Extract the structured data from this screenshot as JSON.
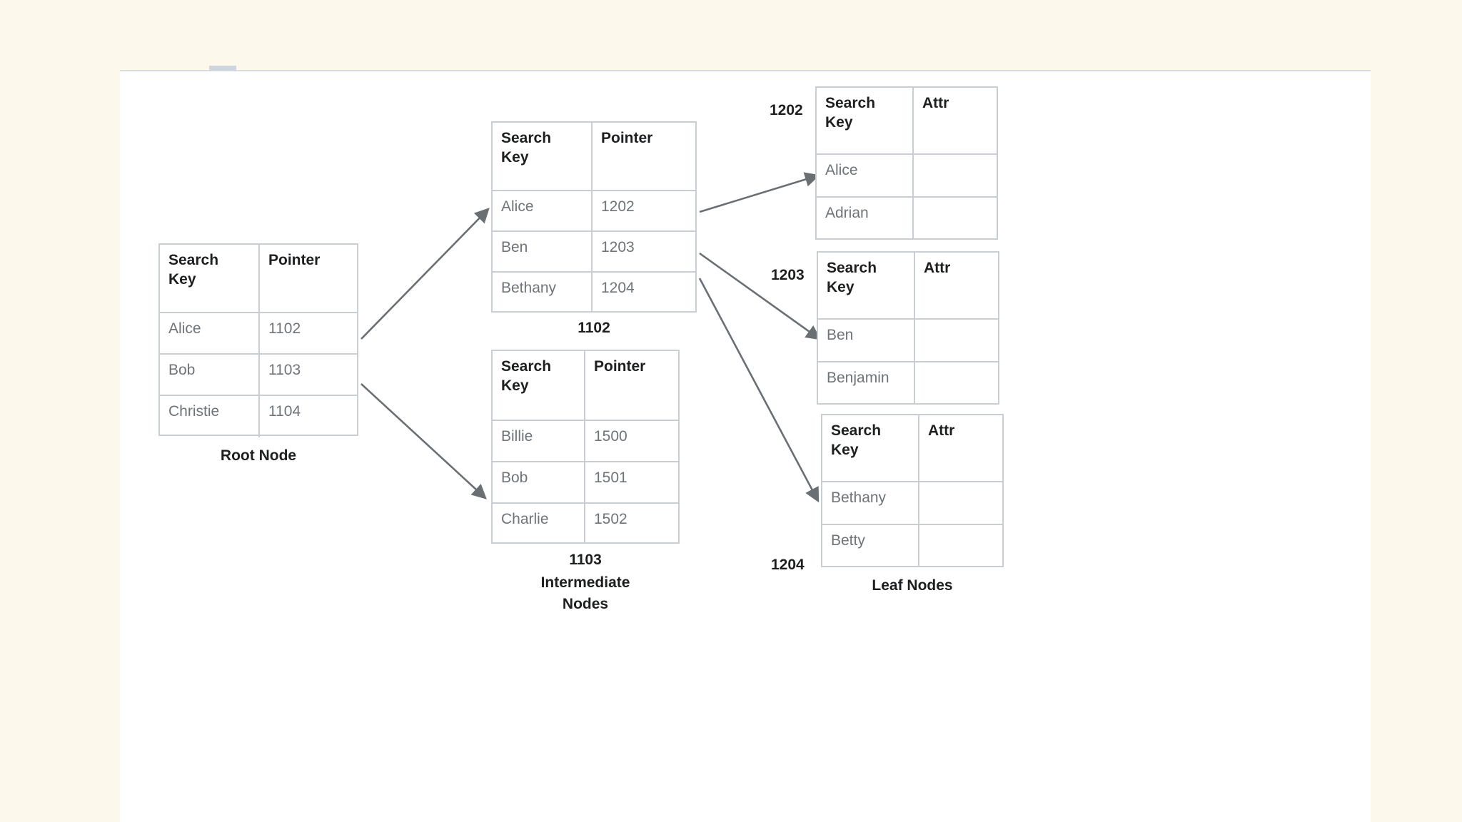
{
  "diagram": {
    "title_visible": false,
    "background_color": "#fdf8ec",
    "canvas_color": "#ffffff",
    "border_color": "#c9ced4",
    "header_text_color": "#1d1f20",
    "cell_text_color": "#6f7478"
  },
  "columns": {
    "search_key": "Search\nKey",
    "pointer": "Pointer",
    "attr": "Attr"
  },
  "root_node": {
    "caption": "Root Node",
    "header": [
      "Search\nKey",
      "Pointer"
    ],
    "rows": [
      {
        "key": "Alice",
        "pointer": "1102"
      },
      {
        "key": "Bob",
        "pointer": "1103"
      },
      {
        "key": "Christie",
        "pointer": "1104"
      }
    ]
  },
  "intermediate_nodes": {
    "caption": "Intermediate\nNodes",
    "nodes": [
      {
        "id": "1102",
        "label": "1102",
        "header": [
          "Search\nKey",
          "Pointer"
        ],
        "rows": [
          {
            "key": "Alice",
            "pointer": "1202"
          },
          {
            "key": "Ben",
            "pointer": "1203"
          },
          {
            "key": "Bethany",
            "pointer": "1204"
          }
        ]
      },
      {
        "id": "1103",
        "label": "1103",
        "header": [
          "Search\nKey",
          "Pointer"
        ],
        "rows": [
          {
            "key": "Billie",
            "pointer": "1500"
          },
          {
            "key": "Bob",
            "pointer": "1501"
          },
          {
            "key": "Charlie",
            "pointer": "1502"
          }
        ]
      }
    ]
  },
  "leaf_nodes": {
    "caption": "Leaf Nodes",
    "nodes": [
      {
        "id": "1202",
        "label": "1202",
        "header": [
          "Search\nKey",
          "Attr"
        ],
        "rows": [
          {
            "key": "Alice",
            "attr": ""
          },
          {
            "key": "Adrian",
            "attr": ""
          }
        ]
      },
      {
        "id": "1203",
        "label": "1203",
        "header": [
          "Search\nKey",
          "Attr"
        ],
        "rows": [
          {
            "key": "Ben",
            "attr": ""
          },
          {
            "key": "Benjamin",
            "attr": ""
          }
        ]
      },
      {
        "id": "1204",
        "label": "1204",
        "header": [
          "Search\nKey",
          "Attr"
        ],
        "rows": [
          {
            "key": "Bethany",
            "attr": ""
          },
          {
            "key": "Betty",
            "attr": ""
          }
        ]
      }
    ]
  },
  "edges": [
    {
      "from": "root.Alice",
      "to": "node-1102"
    },
    {
      "from": "root.Bob",
      "to": "node-1103"
    },
    {
      "from": "node-1102.Alice",
      "to": "leaf-1202"
    },
    {
      "from": "node-1102.Ben",
      "to": "leaf-1203"
    },
    {
      "from": "node-1102.Bethany",
      "to": "leaf-1204"
    }
  ]
}
